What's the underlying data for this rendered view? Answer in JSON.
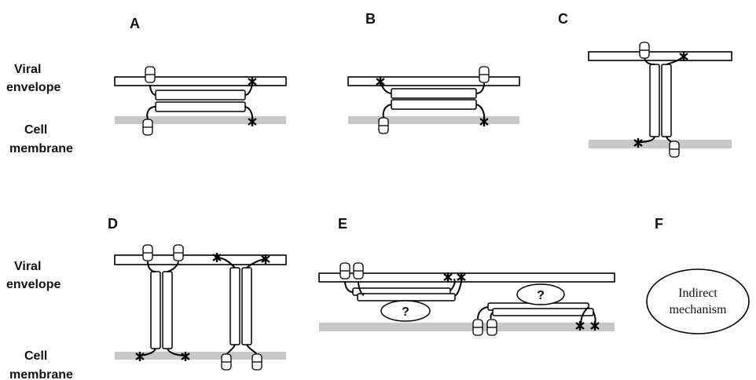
{
  "panels": {
    "a": "A",
    "b": "B",
    "c": "C",
    "d": "D",
    "e": "E",
    "f": "F"
  },
  "side_labels": {
    "top": {
      "line1": "Viral",
      "line2": "envelope",
      "line3": "Cell",
      "line4": "membrane"
    },
    "bottom": {
      "line1": "Viral",
      "line2": "envelope",
      "line3": "Cell",
      "line4": "membrane"
    }
  },
  "panel_e": {
    "q1": "?",
    "q2": "?"
  },
  "panel_f": {
    "line1": "Indirect",
    "line2": "mechanism"
  },
  "colors": {
    "membrane": "#c8c8c8",
    "stroke": "#000000"
  }
}
